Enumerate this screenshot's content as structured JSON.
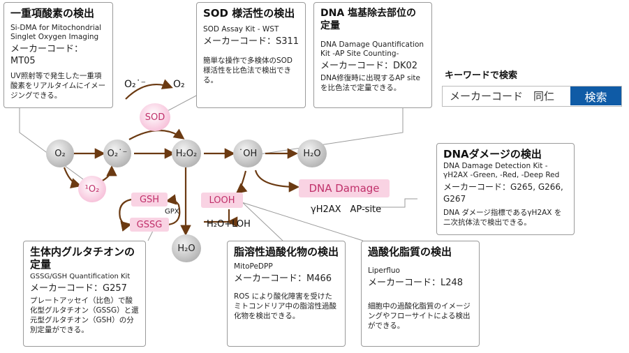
{
  "boxes": {
    "singlet": {
      "title": "一重項酸素の検出",
      "product": "Si-DMA for Mitochondrial Singlet Oxygen Imaging",
      "maker": "メーカーコード：MT05",
      "desc": "UV照射等で発生した一重項酸素をリアルタイムにイメージングできる。"
    },
    "sod": {
      "title": "SOD 様活性の検出",
      "product": "SOD Assay Kit - WST",
      "maker": "メーカーコード：S311",
      "desc": "簡単な操作で多検体のSOD様活性を比色法で検出できる。"
    },
    "ap": {
      "title": "DNA 塩基除去部位の定量",
      "product": "DNA Damage Quantification Kit -AP Site Counting-",
      "maker": "メーカーコード：DK02",
      "desc": "DNA修復時に出現するAP site を比色法で定量できる。"
    },
    "dnadamage": {
      "title": "DNAダメージの検出",
      "product": "DNA Damage Detection Kit - γH2AX -Green, -Red, -Deep Red",
      "maker": "メーカーコード：G265, G266, G267",
      "desc": "DNA ダメージ指標であるγH2AX を二次抗体法で検出できる。"
    },
    "gsh": {
      "title": "生体内グルタチオンの定量",
      "product": "GSSG/GSH Quantification Kit",
      "maker": "メーカーコード：G257",
      "desc": "プレートアッセイ（比色）で酸化型グルタチオン（GSSG）と還元型グルタチオン（GSH）の分別定量ができる。"
    },
    "lipid": {
      "title": "脂溶性過酸化物の検出",
      "product": "MitoPeDPP",
      "maker": "メーカーコード：M466",
      "desc": "ROS により酸化障害を受けたミトコンドリア中の脂溶性過酸化物を検出できる。"
    },
    "lipo": {
      "title": "過酸化脂質の検出",
      "product": "Liperfluo",
      "maker": "メーカーコード：L248",
      "desc": "細胞中の過酸化脂質のイメージングやフローサイトによる検出ができる。"
    }
  },
  "search": {
    "heading": "キーワードで検索",
    "value": "メーカーコード　同仁",
    "button": "検索"
  },
  "diagram": {
    "o2_top": "O₂˙⁻",
    "o2_top_right": "O₂",
    "sod": "SOD",
    "o2": "O₂",
    "superoxide": "O₂˙⁻",
    "h2o2": "H₂O₂",
    "oh": "˙OH",
    "h2o_right": "H₂O",
    "singlet_o2": "¹O₂",
    "dna_damage": "DNA Damage",
    "gh2ax": "γH2AX　AP-site",
    "gsh": "GSH",
    "gpx": "GPX",
    "gssg": "GSSG",
    "looh": "LOOH",
    "h2o_loh": "H₂O+LOH",
    "h2o_bottom": "H₂O"
  }
}
